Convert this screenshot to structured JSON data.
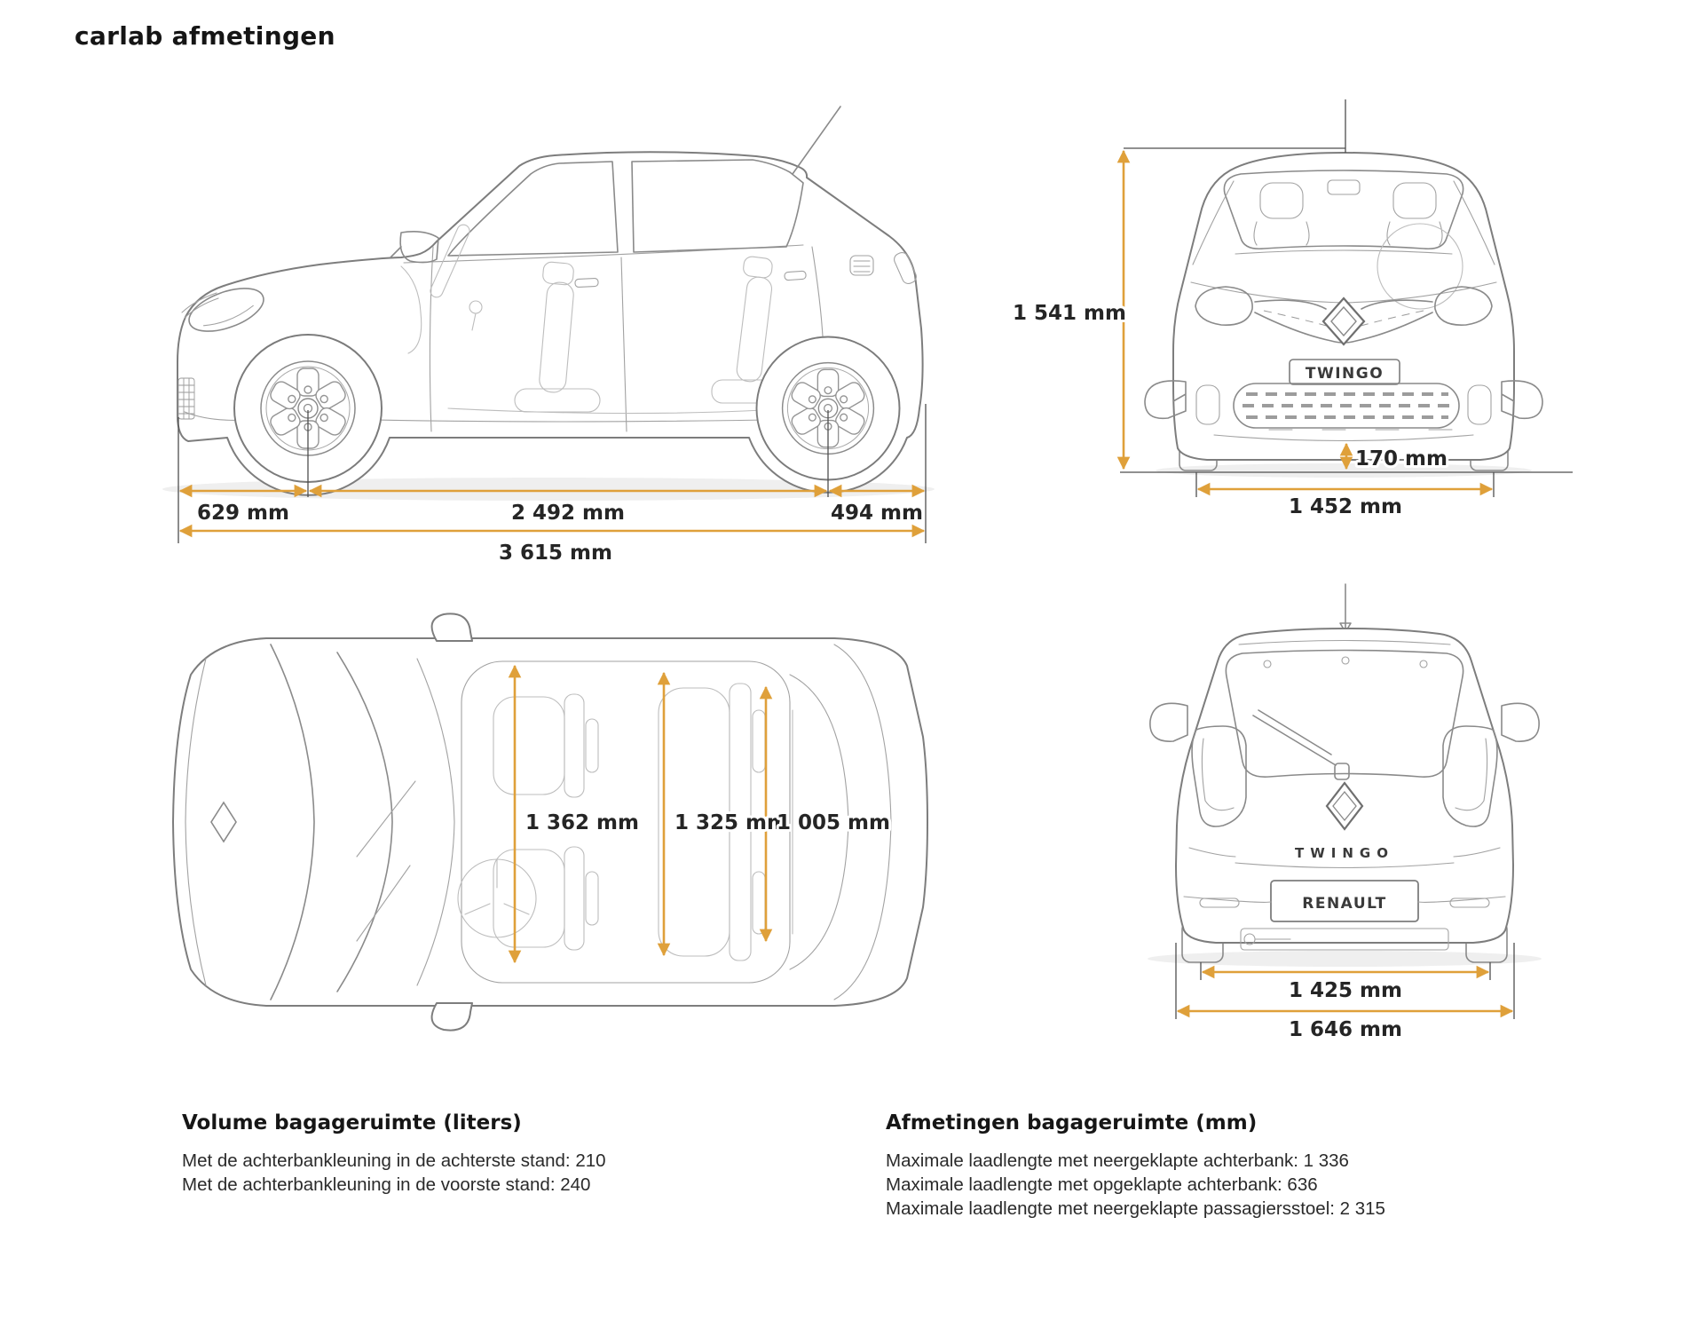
{
  "page": {
    "title": "carlab afmetingen",
    "background": "#ffffff",
    "accent_color": "#dfa03a",
    "line_color": "#8a8a8a",
    "text_color": "#252525"
  },
  "side_view": {
    "front_overhang": "629 mm",
    "wheelbase": "2 492 mm",
    "rear_overhang": "494 mm",
    "total_length": "3 615 mm"
  },
  "front_view": {
    "overall_height": "1 541 mm",
    "ground_clearance": "170 mm",
    "front_track": "1 452 mm",
    "badge": "TWINGO"
  },
  "top_view": {
    "front_interior_width": "1 362 mm",
    "rear_interior_width": "1 325 mm",
    "boot_width": "1 005 mm"
  },
  "rear_view": {
    "rear_track": "1 425 mm",
    "overall_width": "1 646 mm",
    "model_badge": "TWINGO",
    "plate_text": "RENAULT"
  },
  "boot_volume": {
    "heading": "Volume bagageruimte (liters)",
    "lines": [
      "Met de achterbankleuning in de achterste stand: 210",
      "Met de achterbankleuning in de voorste stand: 240"
    ]
  },
  "boot_dimensions": {
    "heading": "Afmetingen bagageruimte (mm)",
    "lines": [
      "Maximale laadlengte met neergeklapte achterbank: 1 336",
      "Maximale laadlengte met opgeklapte achterbank: 636",
      "Maximale laadlengte met neergeklapte passagiersstoel: 2 315"
    ]
  }
}
